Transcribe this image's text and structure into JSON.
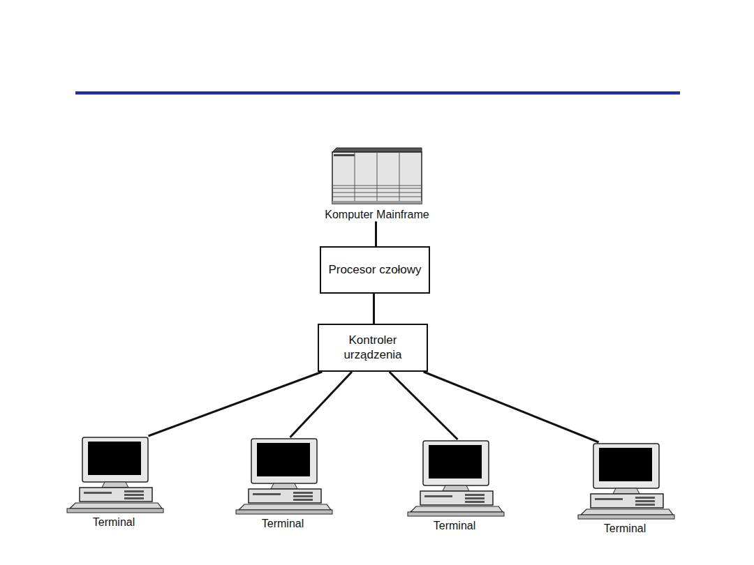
{
  "diagram": {
    "nodes": [
      {
        "text": [
          "Komputer Mainframe"
        ]
      },
      {
        "text": [
          "Procesor czołowy"
        ]
      },
      {
        "text": [
          "Kontroler urządzenia"
        ]
      },
      {
        "text": [
          "Terminal"
        ]
      },
      {
        "text": [
          "Terminal"
        ]
      },
      {
        "text": [
          "Terminal"
        ]
      },
      {
        "text": [
          "Terminal"
        ]
      }
    ],
    "edges": [
      {
        "from": 0,
        "to": 1,
        "arrow": "none"
      },
      {
        "from": 1,
        "to": 2,
        "arrow": "none"
      },
      {
        "from": 2,
        "to": 3,
        "arrow": "none"
      },
      {
        "from": 2,
        "to": 4,
        "arrow": "none"
      },
      {
        "from": 2,
        "to": 5,
        "arrow": "none"
      },
      {
        "from": 2,
        "to": 6,
        "arrow": "none"
      }
    ]
  }
}
